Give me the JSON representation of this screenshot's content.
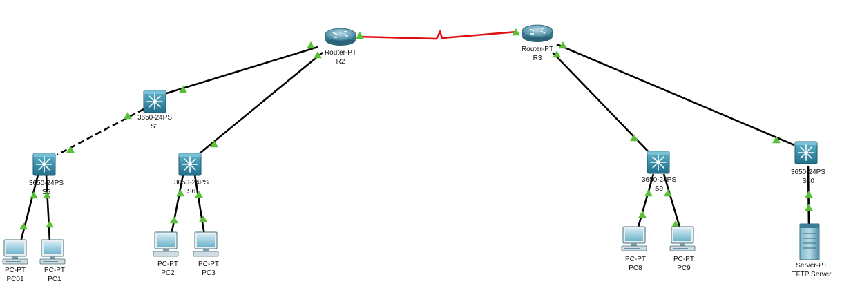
{
  "topology": {
    "colors": {
      "link": "#000000",
      "serial_link": "#e01010",
      "port_up": "#5bbf3a",
      "switch": "#2f7f99",
      "router": "#4a8aa5",
      "device": "#5aa6c2"
    },
    "devices": [
      {
        "id": "R2",
        "kind": "router",
        "icon": "router-icon",
        "model": "Router-PT",
        "name": "R2"
      },
      {
        "id": "R3",
        "kind": "router",
        "icon": "router-icon",
        "model": "Router-PT",
        "name": "R3"
      },
      {
        "id": "S1",
        "kind": "switch",
        "icon": "multilayer-switch-icon",
        "model": "3650-24PS",
        "name": "S1"
      },
      {
        "id": "S5",
        "kind": "switch",
        "icon": "multilayer-switch-icon",
        "model": "3650-24PS",
        "name": "S5"
      },
      {
        "id": "S6",
        "kind": "switch",
        "icon": "multilayer-switch-icon",
        "model": "3650-24PS",
        "name": "S6"
      },
      {
        "id": "S9",
        "kind": "switch",
        "icon": "multilayer-switch-icon",
        "model": "3650-24PS",
        "name": "S9"
      },
      {
        "id": "S10",
        "kind": "switch",
        "icon": "multilayer-switch-icon",
        "model": "3650-24PS",
        "name": "S10"
      },
      {
        "id": "PC01",
        "kind": "pc",
        "icon": "pc-icon",
        "model": "PC-PT",
        "name": "PC01"
      },
      {
        "id": "PC1",
        "kind": "pc",
        "icon": "pc-icon",
        "model": "PC-PT",
        "name": "PC1"
      },
      {
        "id": "PC2",
        "kind": "pc",
        "icon": "pc-icon",
        "model": "PC-PT",
        "name": "PC2"
      },
      {
        "id": "PC3",
        "kind": "pc",
        "icon": "pc-icon",
        "model": "PC-PT",
        "name": "PC3"
      },
      {
        "id": "PC8",
        "kind": "pc",
        "icon": "pc-icon",
        "model": "PC-PT",
        "name": "PC8"
      },
      {
        "id": "PC9",
        "kind": "pc",
        "icon": "pc-icon",
        "model": "PC-PT",
        "name": "PC9"
      },
      {
        "id": "SRV",
        "kind": "server",
        "icon": "server-icon",
        "model": "Server-PT",
        "name": "TFTP Server"
      }
    ],
    "links": [
      {
        "from": "R2",
        "to": "R3",
        "type": "serial"
      },
      {
        "from": "R2",
        "to": "S1",
        "type": "straight"
      },
      {
        "from": "R2",
        "to": "S6",
        "type": "straight"
      },
      {
        "from": "S1",
        "to": "S5",
        "type": "crossover"
      },
      {
        "from": "S5",
        "to": "PC01",
        "type": "straight"
      },
      {
        "from": "S5",
        "to": "PC1",
        "type": "straight"
      },
      {
        "from": "S6",
        "to": "PC2",
        "type": "straight"
      },
      {
        "from": "S6",
        "to": "PC3",
        "type": "straight"
      },
      {
        "from": "R3",
        "to": "S9",
        "type": "straight"
      },
      {
        "from": "R3",
        "to": "S10",
        "type": "straight"
      },
      {
        "from": "S9",
        "to": "PC8",
        "type": "straight"
      },
      {
        "from": "S9",
        "to": "PC9",
        "type": "straight"
      },
      {
        "from": "S10",
        "to": "SRV",
        "type": "straight"
      }
    ]
  }
}
